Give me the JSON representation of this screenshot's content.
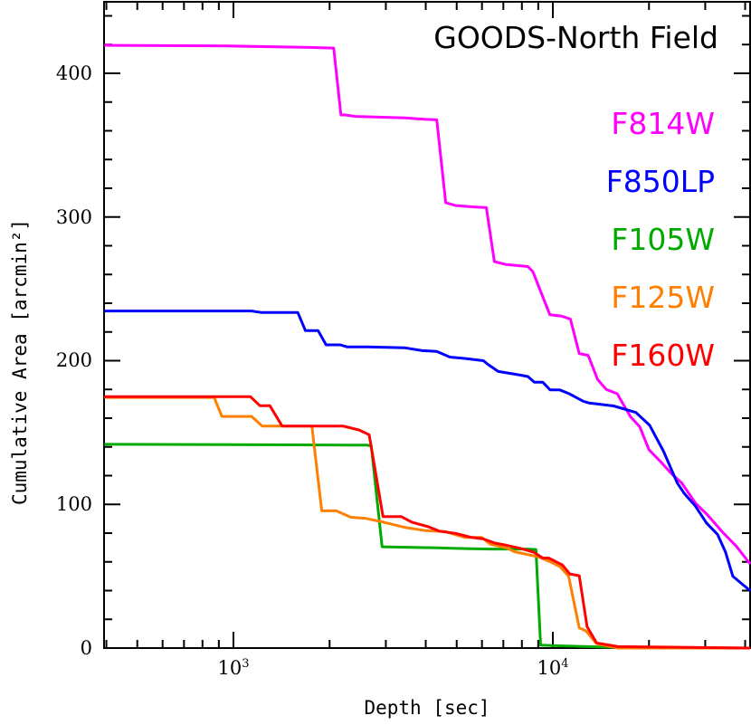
{
  "chart_data": {
    "type": "line",
    "title": "GOODS-North Field",
    "xlabel": "Depth [sec]",
    "ylabel": "Cumulative Area [arcmin²]",
    "xscale": "log",
    "xlim": [
      394,
      41700
    ],
    "ylim": [
      0,
      450
    ],
    "x_tick_labels": [
      {
        "value": 1000,
        "base": "10",
        "exp": "3"
      },
      {
        "value": 10000,
        "base": "10",
        "exp": "4"
      }
    ],
    "y_ticks": [
      0,
      100,
      200,
      300,
      400
    ],
    "y_tick_labels": [
      "0",
      "100",
      "200",
      "300",
      "400"
    ],
    "y_minor_step": 20,
    "grid": false,
    "legend_position": "upper right (text labels colored by series)",
    "series": [
      {
        "name": "F814W",
        "color": "#ff00ff",
        "points": [
          [
            394,
            419.5
          ],
          [
            970,
            419
          ],
          [
            1730,
            418
          ],
          [
            2060,
            417.6
          ],
          [
            2170,
            371
          ],
          [
            2240,
            371
          ],
          [
            2410,
            370
          ],
          [
            3450,
            369
          ],
          [
            3950,
            368
          ],
          [
            4330,
            367.6
          ],
          [
            4620,
            310
          ],
          [
            4960,
            308
          ],
          [
            5650,
            307
          ],
          [
            6190,
            306.5
          ],
          [
            6560,
            269
          ],
          [
            7100,
            267
          ],
          [
            8350,
            265.5
          ],
          [
            8660,
            262
          ],
          [
            9790,
            232
          ],
          [
            10650,
            231
          ],
          [
            11350,
            229
          ],
          [
            12100,
            205
          ],
          [
            12900,
            203.7
          ],
          [
            13800,
            187
          ],
          [
            14700,
            180
          ],
          [
            15900,
            177
          ],
          [
            17500,
            161
          ],
          [
            18700,
            154
          ],
          [
            20000,
            138
          ],
          [
            21900,
            129
          ],
          [
            23600,
            121
          ],
          [
            25300,
            115
          ],
          [
            28000,
            100.7
          ],
          [
            30500,
            92.6
          ],
          [
            34000,
            80.6
          ],
          [
            37500,
            71
          ],
          [
            41700,
            58.6
          ]
        ]
      },
      {
        "name": "F850LP",
        "color": "#0000ff",
        "points": [
          [
            394,
            234.6
          ],
          [
            1140,
            234.6
          ],
          [
            1220,
            233.6
          ],
          [
            1590,
            233.6
          ],
          [
            1680,
            221
          ],
          [
            1840,
            221
          ],
          [
            1950,
            211
          ],
          [
            2160,
            211
          ],
          [
            2270,
            209.6
          ],
          [
            2620,
            209.6
          ],
          [
            3430,
            209
          ],
          [
            3900,
            207
          ],
          [
            4330,
            206.5
          ],
          [
            4760,
            202.5
          ],
          [
            5330,
            201.5
          ],
          [
            6060,
            200
          ],
          [
            6300,
            197
          ],
          [
            6750,
            192.5
          ],
          [
            7750,
            190.3
          ],
          [
            8350,
            189
          ],
          [
            8750,
            185
          ],
          [
            9300,
            185
          ],
          [
            9800,
            179.7
          ],
          [
            10500,
            179.7
          ],
          [
            11250,
            177
          ],
          [
            12450,
            171.8
          ],
          [
            13000,
            170.5
          ],
          [
            15500,
            168.5
          ],
          [
            18200,
            164
          ],
          [
            20100,
            155
          ],
          [
            22200,
            137
          ],
          [
            24500,
            115
          ],
          [
            25800,
            107.5
          ],
          [
            27900,
            99
          ],
          [
            30300,
            87
          ],
          [
            32800,
            79
          ],
          [
            34700,
            67
          ],
          [
            36600,
            50
          ],
          [
            39400,
            44
          ],
          [
            41700,
            40
          ]
        ]
      },
      {
        "name": "F105W",
        "color": "#00aa00",
        "points": [
          [
            394,
            141.8
          ],
          [
            1260,
            141.5
          ],
          [
            2600,
            141.2
          ],
          [
            2700,
            140.8
          ],
          [
            2920,
            70.5
          ],
          [
            4330,
            69.8
          ],
          [
            5300,
            69.2
          ],
          [
            6400,
            68.9
          ],
          [
            8300,
            68.9
          ],
          [
            8850,
            68.6
          ],
          [
            9160,
            2
          ],
          [
            10700,
            1.5
          ],
          [
            15700,
            0.5
          ],
          [
            41700,
            0
          ]
        ]
      },
      {
        "name": "F125W",
        "color": "#ff7f00",
        "points": [
          [
            394,
            174.4
          ],
          [
            870,
            174.4
          ],
          [
            920,
            161.2
          ],
          [
            1140,
            161.2
          ],
          [
            1230,
            154.5
          ],
          [
            1760,
            154.5
          ],
          [
            1890,
            95.5
          ],
          [
            2100,
            95.5
          ],
          [
            2330,
            91
          ],
          [
            2600,
            90.2
          ],
          [
            2950,
            87.6
          ],
          [
            3430,
            84
          ],
          [
            4000,
            81.7
          ],
          [
            4620,
            81
          ],
          [
            5300,
            77
          ],
          [
            5990,
            77
          ],
          [
            6360,
            72.4
          ],
          [
            7150,
            69.8
          ],
          [
            7600,
            67
          ],
          [
            9000,
            63.5
          ],
          [
            9830,
            60
          ],
          [
            10550,
            56.5
          ],
          [
            11200,
            50
          ],
          [
            12100,
            14
          ],
          [
            12700,
            12
          ],
          [
            13700,
            3
          ],
          [
            16000,
            0
          ],
          [
            41700,
            0
          ]
        ]
      },
      {
        "name": "F160W",
        "color": "#ff0000",
        "points": [
          [
            394,
            175
          ],
          [
            1130,
            175
          ],
          [
            1210,
            168.7
          ],
          [
            1300,
            168.7
          ],
          [
            1420,
            154.5
          ],
          [
            2200,
            154.5
          ],
          [
            2470,
            151.8
          ],
          [
            2660,
            148.5
          ],
          [
            2940,
            91.5
          ],
          [
            3350,
            91.5
          ],
          [
            3620,
            87.6
          ],
          [
            4080,
            84.4
          ],
          [
            4410,
            81.4
          ],
          [
            4960,
            79.8
          ],
          [
            5570,
            77
          ],
          [
            6060,
            76
          ],
          [
            6600,
            73
          ],
          [
            7000,
            72
          ],
          [
            7900,
            69.4
          ],
          [
            8700,
            66.8
          ],
          [
            9300,
            62.7
          ],
          [
            9700,
            62.7
          ],
          [
            10700,
            57.9
          ],
          [
            11300,
            51.6
          ],
          [
            12100,
            50.3
          ],
          [
            12800,
            15
          ],
          [
            13700,
            3.6
          ],
          [
            16000,
            1
          ],
          [
            41700,
            0
          ]
        ]
      }
    ]
  }
}
